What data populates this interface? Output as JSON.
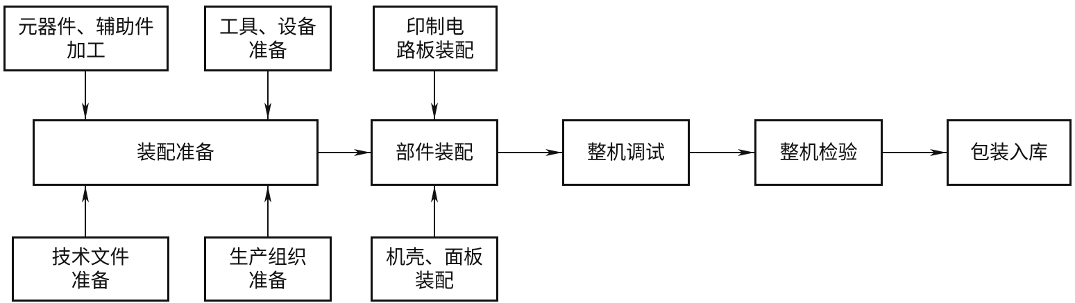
{
  "boxes": {
    "component_processing": {
      "lines": [
        "元器件、辅助件",
        "加工"
      ]
    },
    "tools_equipment": {
      "lines": [
        "工具、设备",
        "准备"
      ]
    },
    "pcb_assembly": {
      "lines": [
        "印制电",
        "路板装配"
      ]
    },
    "assembly_prep": {
      "lines": [
        "装配准备"
      ]
    },
    "part_assembly": {
      "lines": [
        "部件装配"
      ]
    },
    "machine_debug": {
      "lines": [
        "整机调试"
      ]
    },
    "machine_inspection": {
      "lines": [
        "整机检验"
      ]
    },
    "packaging_storage": {
      "lines": [
        "包装入库"
      ]
    },
    "tech_docs": {
      "lines": [
        "技术文件",
        "准备"
      ]
    },
    "production_org": {
      "lines": [
        "生产组织",
        "准备"
      ]
    },
    "casing_panel": {
      "lines": [
        "机壳、面板",
        "装配"
      ]
    }
  },
  "colors": {
    "line": "#111111",
    "background": "#ffffff"
  }
}
